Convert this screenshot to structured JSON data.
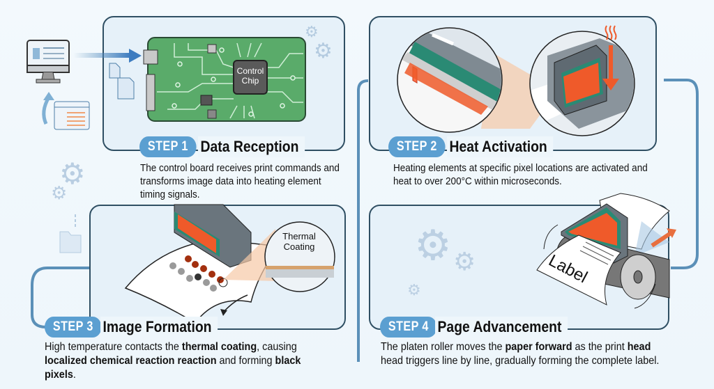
{
  "steps": [
    {
      "badge": "STEP 1",
      "title": "Data Reception",
      "description": "The control board receives print commands and transforms image data into heating element timing signals.",
      "chip_label_line1": "Control",
      "chip_label_line2": "Chip"
    },
    {
      "badge": "STEP 2",
      "title": "Heat Activation",
      "description": "Heating elements at specific pixel locations are activated and heat to over 200°C within microseconds."
    },
    {
      "badge": "STEP 3",
      "title": "Image Formation",
      "desc_parts": [
        "High temperature contacts the ",
        "thermal coating",
        ", causing ",
        "localized chemical reaction reaction",
        " and forming ",
        "black pixels",
        "."
      ],
      "callout_line1": "Thermal",
      "callout_line2": "Coating"
    },
    {
      "badge": "STEP 4",
      "title": "Page Advancement",
      "desc_parts": [
        "The platen roller moves the ",
        "paper forward",
        " as the print ",
        "head",
        " head triggers line by line, gradually forming the complete label."
      ],
      "label_text": "Label"
    }
  ],
  "colors": {
    "badge": "#5b9fd1",
    "panel_border": "#2f4f63",
    "connector": "#5b90b8",
    "pcb": "#5aab6a",
    "heat": "#ef5a2a",
    "background": "#eef6fb"
  },
  "icons": [
    "computer-monitor-icon",
    "document-icon",
    "browser-window-icon",
    "gear-icon",
    "folder-icon",
    "heat-waves-icon",
    "down-arrow-icon",
    "forward-arrow-icon"
  ]
}
